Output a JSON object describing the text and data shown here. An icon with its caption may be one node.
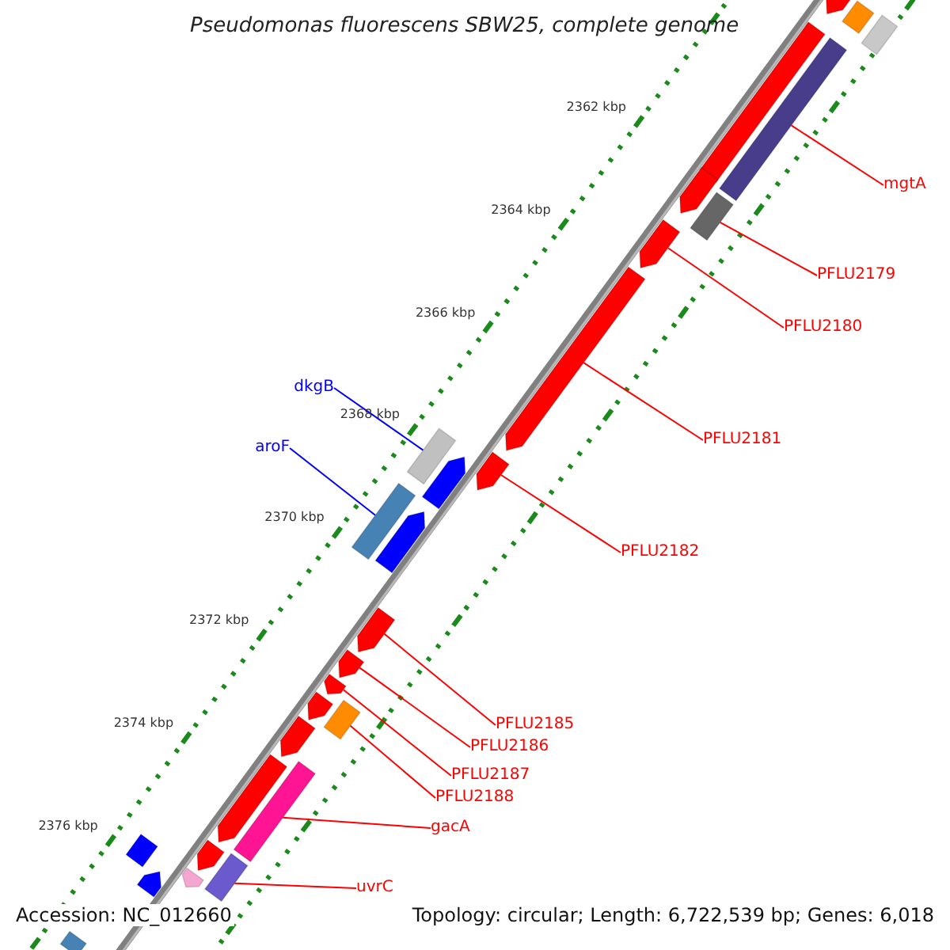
{
  "diagram": {
    "title": "Pseudomonas fluorescens SBW25, complete genome",
    "nodes": [
      {
        "text": [],
        "shape": "arrow"
      },
      {
        "text": [],
        "shape": "bar"
      },
      {
        "text": [],
        "shape": "bar"
      },
      {
        "text": [],
        "shape": "arrow"
      },
      {
        "text": [],
        "shape": "bar"
      },
      {
        "text": [],
        "shape": "arrow"
      },
      {
        "text": [],
        "shape": "bar"
      },
      {
        "text": [],
        "shape": "arrow"
      },
      {
        "text": [],
        "shape": "arrow"
      },
      {
        "text": [],
        "shape": "arrow"
      },
      {
        "text": [],
        "shape": "bar"
      },
      {
        "text": [],
        "shape": "arrow"
      },
      {
        "text": [],
        "shape": "bar"
      },
      {
        "text": [],
        "shape": "arrow"
      },
      {
        "text": [],
        "shape": "arrow"
      },
      {
        "text": [],
        "shape": "arrow"
      },
      {
        "text": [],
        "shape": "arrow"
      },
      {
        "text": [],
        "shape": "arrow"
      },
      {
        "text": [],
        "shape": "bar"
      },
      {
        "text": [],
        "shape": "arrow"
      },
      {
        "text": [],
        "shape": "arrow"
      },
      {
        "text": [],
        "shape": "bar"
      },
      {
        "text": [],
        "shape": "arrow"
      },
      {
        "text": [],
        "shape": "bar"
      },
      {
        "text": [],
        "shape": "arrow"
      },
      {
        "text": [],
        "shape": "bar"
      },
      {
        "text": [],
        "shape": "arrow"
      },
      {
        "text": [],
        "shape": "bar"
      },
      {
        "text": [
          "mgtA"
        ]
      },
      {
        "text": [
          "PFLU2179"
        ]
      },
      {
        "text": [
          "PFLU2180"
        ]
      },
      {
        "text": [
          "PFLU2181"
        ]
      },
      {
        "text": [
          "PFLU2182"
        ]
      },
      {
        "text": [
          "dkgB"
        ]
      },
      {
        "text": [
          "aroF"
        ]
      },
      {
        "text": [
          "PFLU2185"
        ]
      },
      {
        "text": [
          "PFLU2186"
        ]
      },
      {
        "text": [
          "PFLU2187"
        ]
      },
      {
        "text": [
          "PFLU2188"
        ]
      },
      {
        "text": [
          "gacA"
        ]
      },
      {
        "text": [
          "uvrC"
        ]
      }
    ],
    "edges": [
      {
        "from": 28,
        "to": 4,
        "arrow": "none"
      },
      {
        "from": 29,
        "to": 6,
        "arrow": "none"
      },
      {
        "from": 30,
        "to": 7,
        "arrow": "none"
      },
      {
        "from": 31,
        "to": 8,
        "arrow": "none"
      },
      {
        "from": 32,
        "to": 9,
        "arrow": "none"
      },
      {
        "from": 33,
        "to": 10,
        "arrow": "none",
        "color": "#0000ff"
      },
      {
        "from": 34,
        "to": 12,
        "arrow": "none",
        "color": "#0000ff"
      },
      {
        "from": 35,
        "to": 14,
        "arrow": "none"
      },
      {
        "from": 36,
        "to": 15,
        "arrow": "none"
      },
      {
        "from": 37,
        "to": 16,
        "arrow": "none"
      },
      {
        "from": 38,
        "to": 18,
        "arrow": "none"
      },
      {
        "from": 39,
        "to": 21,
        "arrow": "none"
      },
      {
        "from": 40,
        "to": 23,
        "arrow": "none"
      }
    ],
    "labels": [
      "2362 kbp",
      "2364 kbp",
      "2366 kbp",
      "2368 kbp",
      "2370 kbp",
      "2372 kbp",
      "2374 kbp",
      "2376 kbp",
      "Accession: NC_012660",
      "Topology: circular; Length: 6,722,539 bp; Genes: 6,018"
    ]
  }
}
